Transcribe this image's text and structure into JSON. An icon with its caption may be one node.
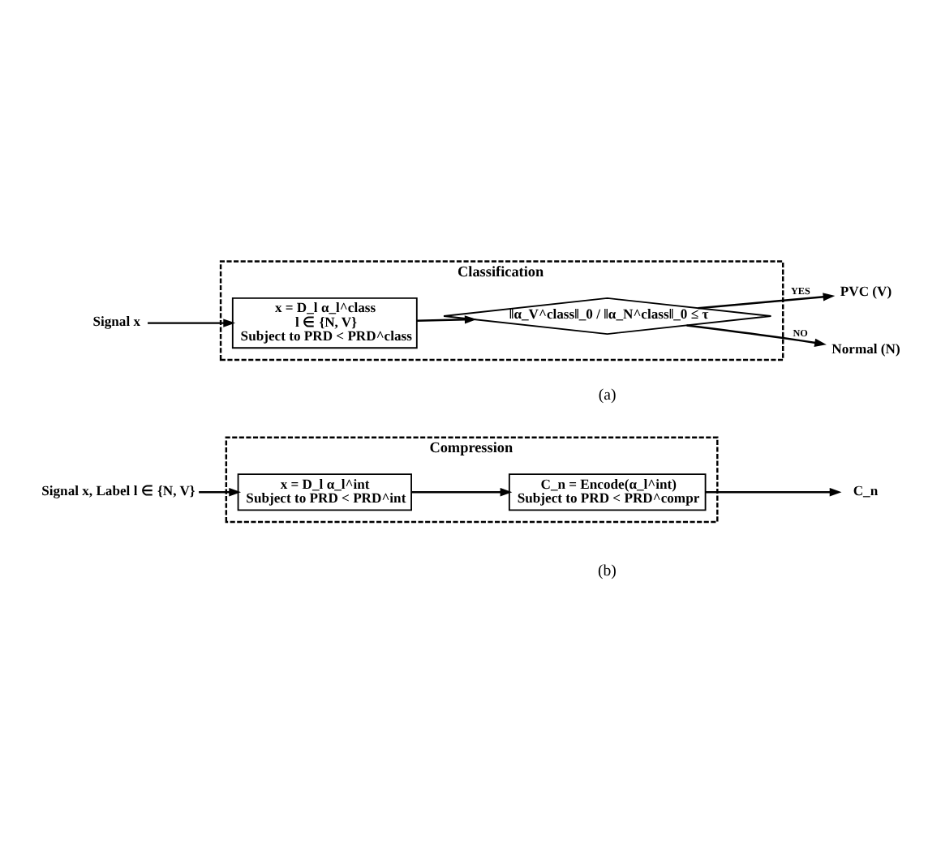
{
  "diagram": {
    "nodes": [
      {
        "text": [
          "Classification"
        ]
      },
      {
        "text": [
          "x = D_l α_l^class",
          "l ∈ {N, V}",
          "Subject to PRD < PRD^class"
        ],
        "in": 0
      },
      {
        "text": [
          "‖α_V^class‖_0 / ‖α_N^class‖_0 ≤ τ"
        ],
        "in": 0
      },
      {
        "text": [
          "Signal x"
        ]
      },
      {
        "text": [
          "PVC (V)"
        ]
      },
      {
        "text": [
          "Normal (N)"
        ]
      },
      {
        "text": [
          "Compression"
        ]
      },
      {
        "text": [
          "x = D_l α_l^int",
          "Subject to PRD < PRD^int"
        ],
        "in": 6
      },
      {
        "text": [
          "C_n = Encode(α_l^int)",
          "Subject to PRD < PRD^compr"
        ],
        "in": 6
      },
      {
        "text": [
          "Signal x, Label l ∈ {N, V}"
        ]
      },
      {
        "text": [
          "C_n"
        ]
      }
    ],
    "edges": [
      {
        "from": 3,
        "to": 1,
        "arrow": "to"
      },
      {
        "from": 1,
        "to": 2,
        "arrow": "to"
      },
      {
        "from": 2,
        "to": 4,
        "arrow": "to",
        "label": "YES"
      },
      {
        "from": 2,
        "to": 5,
        "arrow": "to",
        "label": "NO"
      },
      {
        "from": 9,
        "to": 7,
        "arrow": "to"
      },
      {
        "from": 7,
        "to": 8,
        "arrow": "to"
      },
      {
        "from": 8,
        "to": 10,
        "arrow": "to"
      }
    ],
    "labels": [
      "(a)",
      "(b)"
    ]
  }
}
